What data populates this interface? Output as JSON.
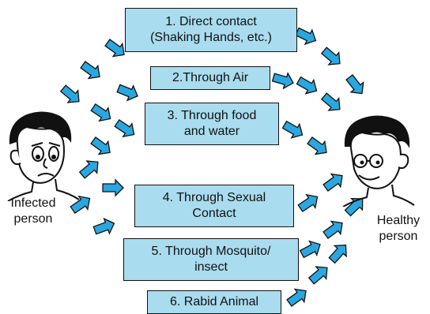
{
  "colors": {
    "box_fill": "#a9dcef",
    "arrow_fill": "#2aa7e0",
    "outline": "#111111"
  },
  "routes": [
    {
      "lines": [
        "1. Direct contact",
        "(Shaking Hands, etc.)"
      ]
    },
    {
      "lines": [
        "2.Through Air"
      ]
    },
    {
      "lines": [
        "3. Through food",
        "and water"
      ]
    },
    {
      "lines": [
        "4. Through Sexual",
        "Contact"
      ]
    },
    {
      "lines": [
        "5. Through Mosquito/",
        "insect"
      ]
    },
    {
      "lines": [
        "6. Rabid Animal"
      ]
    }
  ],
  "people": {
    "infected": {
      "lines": [
        "Infected",
        "person"
      ],
      "icon": "sad-man-icon"
    },
    "healthy": {
      "lines": [
        "Healthy",
        "person"
      ],
      "icon": "smiling-man-icon"
    }
  },
  "arrow_icon": "blue-block-arrow-icon"
}
